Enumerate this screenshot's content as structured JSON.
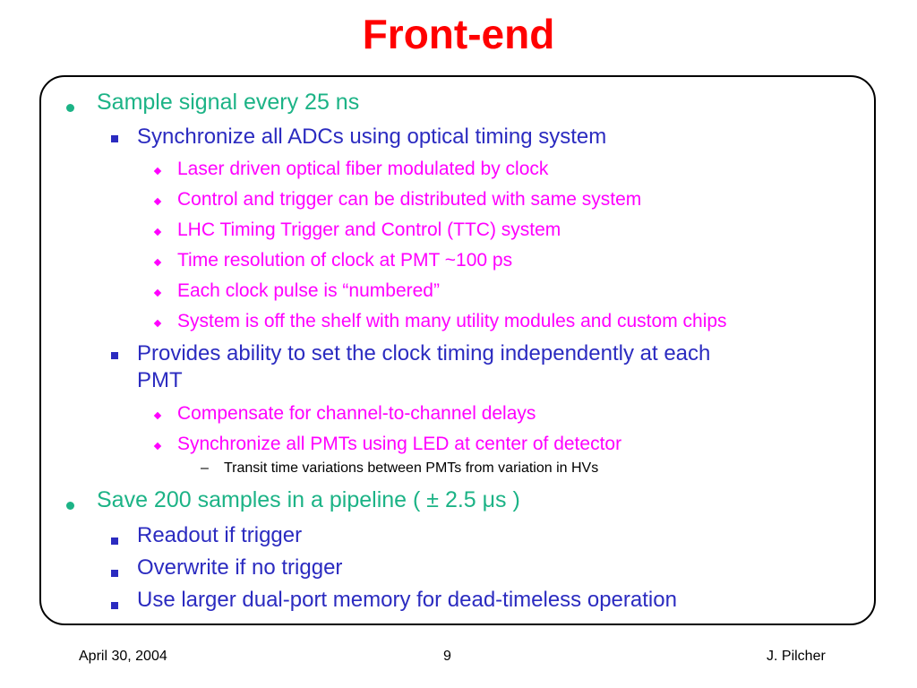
{
  "slide": {
    "title": "Front-end"
  },
  "bullets": [
    {
      "level": 1,
      "text": "Sample signal every 25 ns"
    },
    {
      "level": 2,
      "text": "Synchronize all ADCs using optical timing system"
    },
    {
      "level": 3,
      "text": "Laser driven optical fiber modulated by clock"
    },
    {
      "level": 3,
      "text": "Control and trigger can be distributed with same system"
    },
    {
      "level": 3,
      "text": "LHC Timing Trigger and Control (TTC) system"
    },
    {
      "level": 3,
      "text": "Time resolution of clock at PMT ~100 ps"
    },
    {
      "level": 3,
      "text": "Each clock pulse is “numbered”"
    },
    {
      "level": 3,
      "text": "System is off the shelf with many utility modules and custom chips"
    },
    {
      "level": 2,
      "text": "Provides ability to set the clock timing independently at each"
    },
    {
      "level": 2,
      "text": "PMT",
      "continuation": true
    },
    {
      "level": 3,
      "text": "Compensate for channel-to-channel delays"
    },
    {
      "level": 3,
      "text": "Synchronize all PMTs using LED at center of detector"
    },
    {
      "level": 4,
      "text": "Transit time variations between  PMTs from variation in HVs"
    },
    {
      "level": 1,
      "text": "Save 200 samples in a pipeline ( ± 2.5 μs )"
    },
    {
      "level": 2,
      "text": "Readout if trigger"
    },
    {
      "level": 2,
      "text": "Overwrite if no trigger"
    },
    {
      "level": 2,
      "text": "Use larger dual-port memory for dead-timeless operation"
    }
  ],
  "footer": {
    "date": "April 30, 2004",
    "page": "9",
    "author": "J. Pilcher"
  },
  "colors": {
    "title": "#ff0000",
    "level1": "#1cb386",
    "level2": "#2b2bc0",
    "level3": "#ff00ff",
    "level4": "#000000"
  }
}
